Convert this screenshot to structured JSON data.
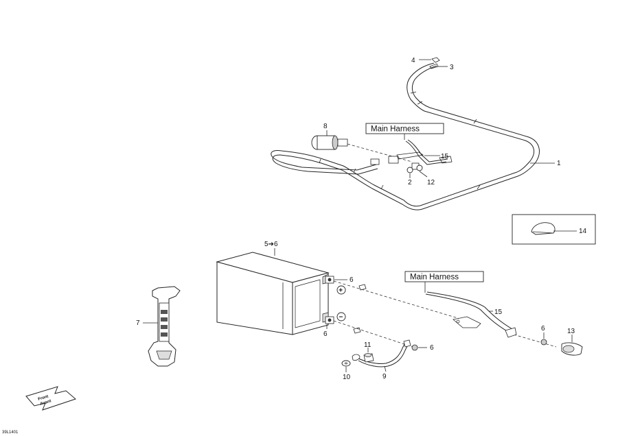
{
  "labels": {
    "main_harness_top": "Main Harness",
    "main_harness_bottom": "Main Harness",
    "front_line1": "Front",
    "front_line2": "Avant",
    "diagram_id": "39L1401",
    "plus": "+",
    "minus": "−"
  },
  "callouts": {
    "c1": "1",
    "c2": "2",
    "c3": "3",
    "c4": "4",
    "c5_6": "5➔6",
    "c6a": "6",
    "c6b": "6",
    "c6c": "6",
    "c6d": "6",
    "c7": "7",
    "c8": "8",
    "c9": "9",
    "c10": "10",
    "c11": "11",
    "c12": "12",
    "c13": "13",
    "c14": "14",
    "c15a": "15",
    "c15b": "15"
  }
}
